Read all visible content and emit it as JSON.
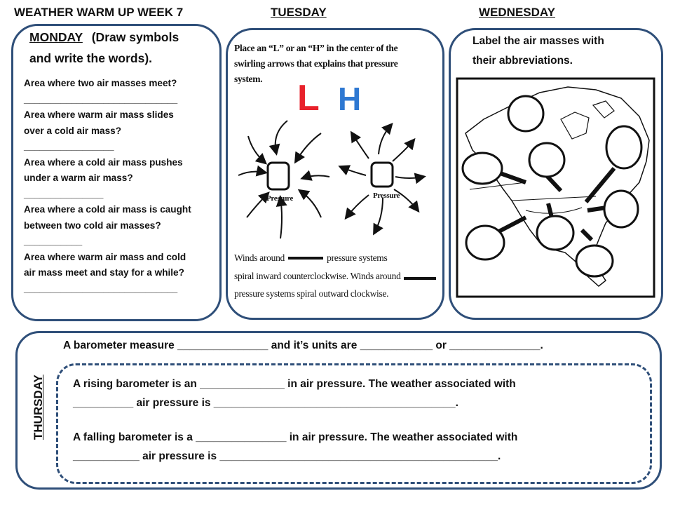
{
  "header": {
    "title": "WEATHER WARM UP WEEK 7",
    "tuesday": "TUESDAY",
    "wednesday": "WEDNESDAY"
  },
  "monday": {
    "day": "MONDAY",
    "instruction_1": "(Draw symbols",
    "instruction_2": "and write the words).",
    "lines": [
      "Area where two air masses meet?",
      "_____________________________",
      "Area where warm air mass slides",
      "over a cold air mass?",
      "_________________",
      "Area where a cold air mass pushes",
      "under a warm air mass?",
      "_______________",
      "Area where a cold air mass is caught",
      "between two cold air masses?",
      "___________",
      "Area where warm air mass and cold",
      "air mass meet and stay for a while?",
      "_____________________________"
    ]
  },
  "tuesday": {
    "text_1": "Place an “L” or an “H” in the center of the",
    "text_2": "swirling arrows that explains that pressure",
    "text_3": "system.",
    "letter_l": "L",
    "letter_h": "H",
    "label_left": "Pressure",
    "label_right": "Pressure",
    "bottom_1a": "Winds around",
    "bottom_1b": "pressure systems",
    "bottom_2": "spiral inward counterclockwise. Winds around",
    "bottom_3": "pressure systems spiral outward clockwise.",
    "colors": {
      "L": "#e8212b",
      "H": "#2e78d2"
    }
  },
  "wednesday": {
    "instruction_1": "Label the air masses with",
    "instruction_2": "their abbreviations."
  },
  "thursday": {
    "day": "THURSDAY",
    "line_1": "A barometer measure _______________  and it’s units are ____________  or _______________.",
    "rising_1": "A rising barometer is an ______________  in air pressure.   The weather associated with",
    "rising_2": "__________  air pressure is ________________________________________.",
    "falling_1": "A falling barometer is a _______________  in air pressure.  The weather associated with",
    "falling_2": "___________  air pressure is ______________________________________________."
  },
  "colors": {
    "panel_border": "#2f4f79"
  }
}
